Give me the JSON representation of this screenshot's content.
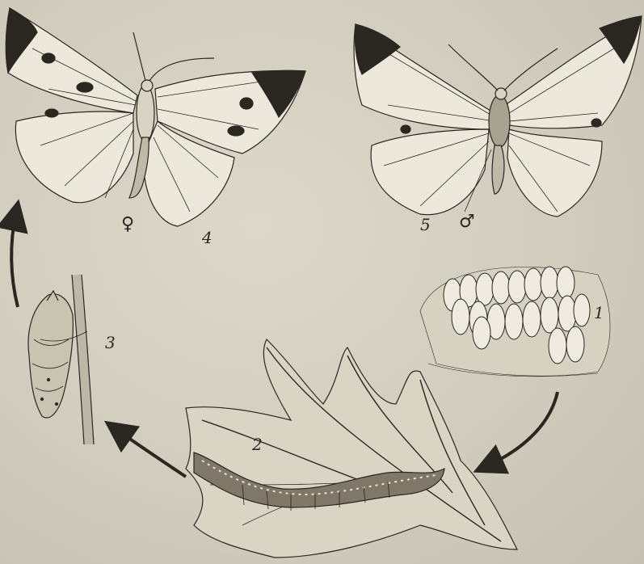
{
  "labels": {
    "eggs": "1",
    "caterpillar": "2",
    "pupa": "3",
    "female_butterfly": "4",
    "male_butterfly": "5"
  },
  "symbols": {
    "female": "♀",
    "male": "♂"
  },
  "colors": {
    "paper": "#cfcbbd",
    "ink": "#2a2620",
    "wing": "#ece8dc"
  }
}
